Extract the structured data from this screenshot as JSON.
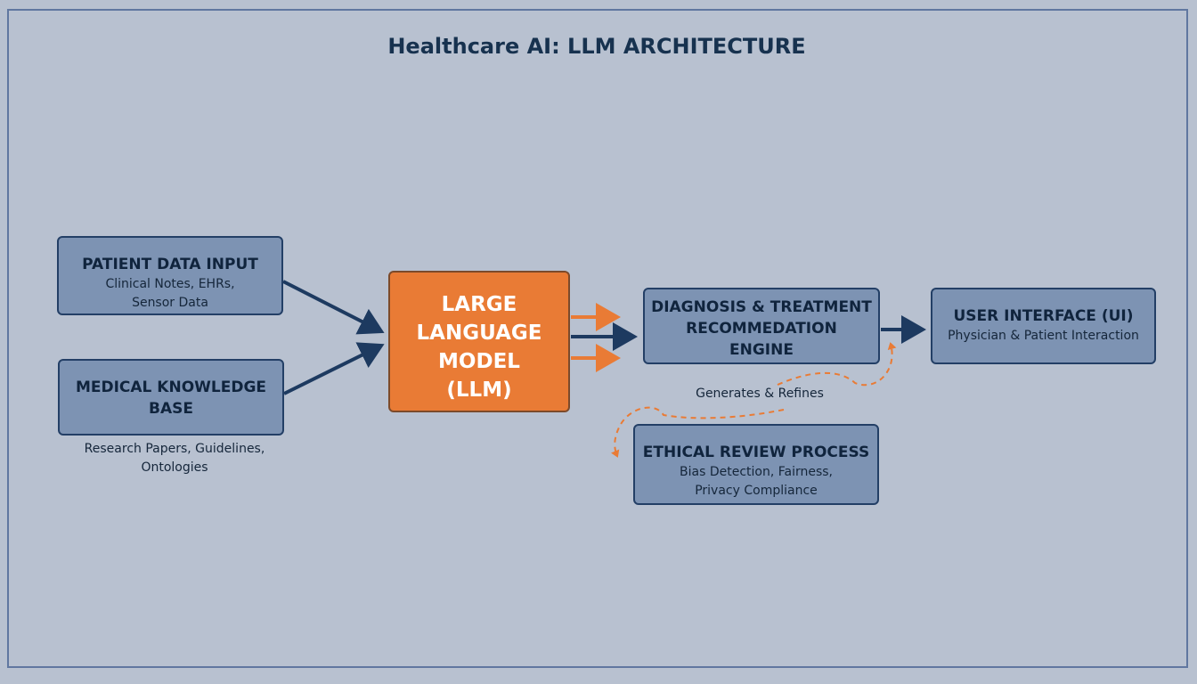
{
  "title": "Healthcare AI: LLM ARCHITECTURE",
  "nodes": {
    "patient": {
      "title": "PATIENT DATA INPUT",
      "sub1": "Clinical Notes, EHRs,",
      "sub2": "Sensor Data"
    },
    "knowledge": {
      "title1": "MEDICAL KNOWLEDGE",
      "title2": "BASE",
      "sub1": "Research Papers, Guidelines,",
      "sub2": "Ontologies"
    },
    "llm": {
      "line1": "LARGE",
      "line2": "LANGUAGE",
      "line3": "MODEL",
      "line4": "(LLM)"
    },
    "diagnosis": {
      "line1": "DIAGNOSIS & TREATMENT",
      "line2": "RECOMMEDATION",
      "line3": "ENGINE"
    },
    "ui": {
      "title": "USER INTERFACE (UI)",
      "sub": "Physician & Patient Interaction"
    },
    "ethical": {
      "title": "ETHICAL REVIEW PROCESS",
      "sub1": "Bias Detection, Fairness,",
      "sub2": "Privacy Compliance"
    }
  },
  "loop_label": "Generates & Refines",
  "colors": {
    "background": "#b8c1d0",
    "box_fill": "#7d93b3",
    "box_border": "#233f66",
    "llm_fill": "#e97b35",
    "arrow_navy": "#1d3a60",
    "arrow_orange": "#e97b35"
  }
}
